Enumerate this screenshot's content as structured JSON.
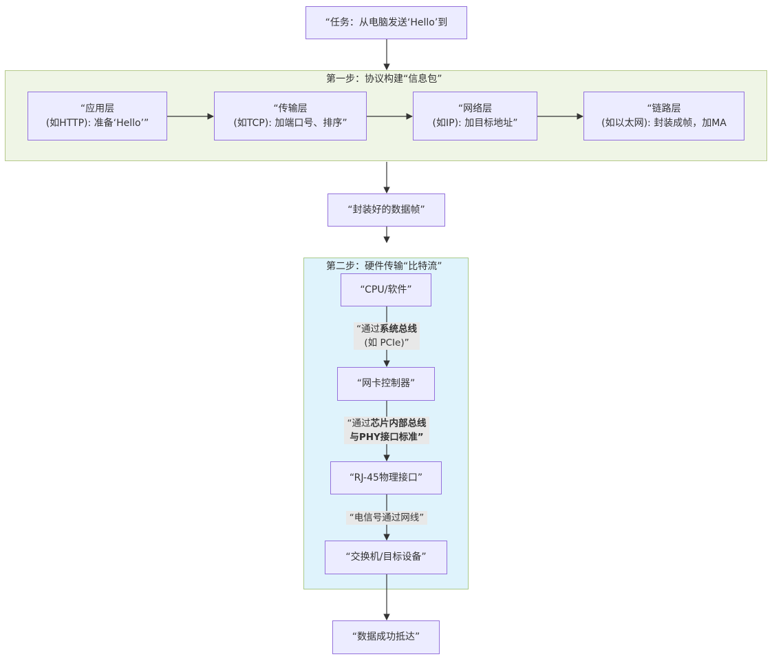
{
  "nodes": {
    "task": "“任务：从电脑发送‘Hello’到",
    "app_line1": "“应用层",
    "app_line2": "(如HTTP): 准备‘Hello’”",
    "transport_line1": "“传输层",
    "transport_line2": "(如TCP): 加端口号、排序”",
    "network_line1": "“网络层",
    "network_line2": "(如IP): 加目标地址”",
    "link_line1": "“链路层",
    "link_line2": "(如以太网): 封装成帧，加MA",
    "frame": "“封装好的数据帧”",
    "cpu": "“CPU/软件”",
    "nic": "“网卡控制器”",
    "rj45": "“RJ-45物理接口”",
    "switch": "“交换机/目标设备”",
    "success": "“数据成功抵达”"
  },
  "subgraphs": {
    "step1_title": "第一步：协议构建“信息包”",
    "step2_title": "第二步：硬件传输“比特流”"
  },
  "edge_labels": {
    "bus_prefix": "“通过",
    "bus_bold": "系统总线",
    "bus_line2": "(如 PCIe)”",
    "chip_prefix": "“通过",
    "chip_bold": "芯片内部总线",
    "chip_line2": "与PHY接口标准”",
    "signal": "“电信号通过网线”"
  },
  "colors": {
    "node_fill": "#ececff",
    "node_border": "#9370db",
    "step1_fill": "#eff5e6",
    "step2_fill": "#dff3fc",
    "edge": "#333333",
    "edge_label_bg": "#e8e8e8"
  }
}
